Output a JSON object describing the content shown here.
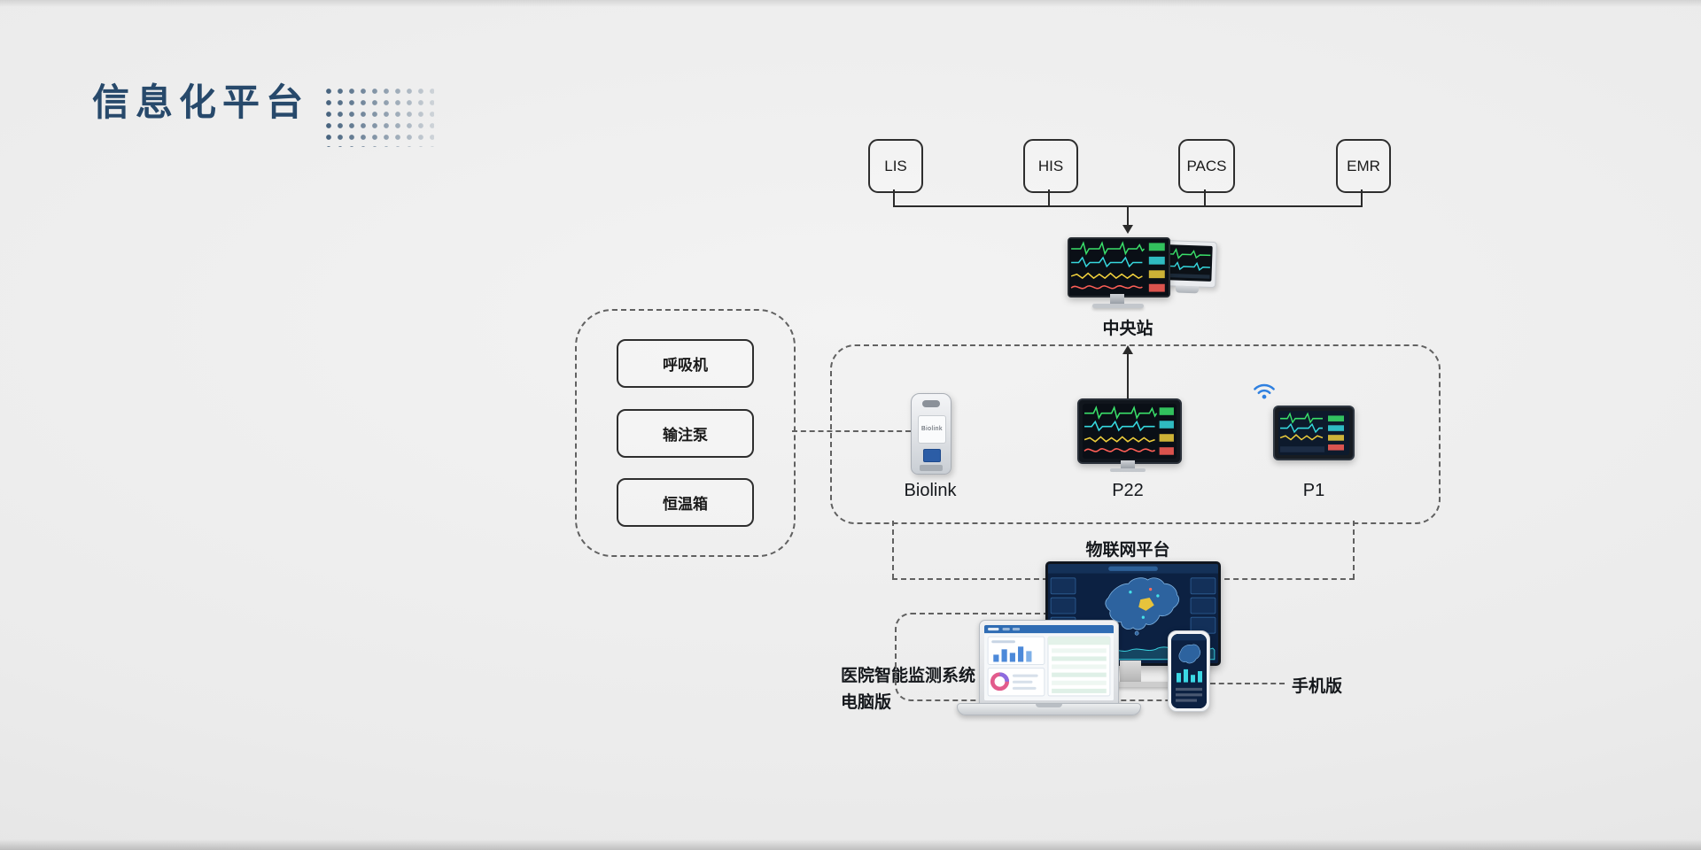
{
  "title": "信息化平台",
  "colors": {
    "accent_navy": "#27496b",
    "solid_line": "#2b2b2b",
    "dashed_line": "#616161",
    "wifi_blue": "#2f80e0"
  },
  "hospital_systems": [
    {
      "label": "LIS"
    },
    {
      "label": "HIS"
    },
    {
      "label": "PACS"
    },
    {
      "label": "EMR"
    }
  ],
  "central_station": {
    "label": "中央站"
  },
  "iot": {
    "label": "物联网平台",
    "devices": [
      {
        "name": "Biolink"
      },
      {
        "name": "P22"
      },
      {
        "name": "P1"
      }
    ]
  },
  "equipment": [
    {
      "label": "呼吸机"
    },
    {
      "label": "输注泵"
    },
    {
      "label": "恒温箱"
    }
  ],
  "monitoring_system": {
    "pc_line1": "医院智能监测系统",
    "pc_line2": "电脑版",
    "mobile": "手机版"
  },
  "device_markings": {
    "biolink": "Biolink"
  }
}
